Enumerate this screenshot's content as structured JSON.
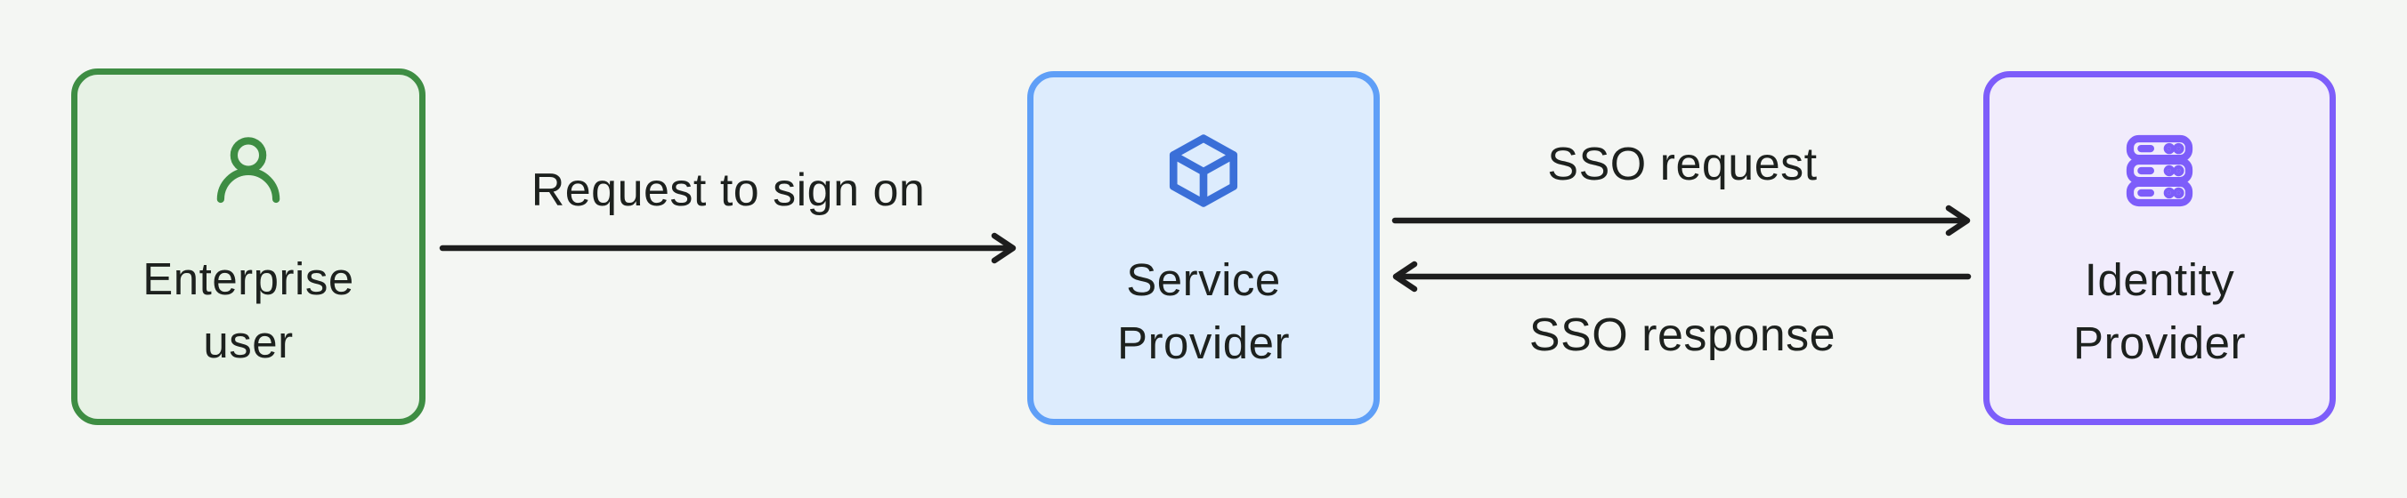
{
  "canvas": {
    "background_color": "#f4f6f3",
    "text_color": "#1d211e",
    "arrow_color": "#1d1d1d"
  },
  "nodes": [
    {
      "id": "enterprise-user",
      "label": "Enterprise user",
      "icon": "user-icon",
      "border_color": "#3e8d43",
      "fill_color": "#e7f2e5",
      "icon_color": "#3e8d43"
    },
    {
      "id": "service-provider",
      "label": "Service Provider",
      "icon": "cube-icon",
      "border_color": "#5f9ff7",
      "fill_color": "#ddecfd",
      "icon_color": "#3a6fd8"
    },
    {
      "id": "identity-provider",
      "label": "Identity Provider",
      "icon": "server-icon",
      "border_color": "#7d5dfa",
      "fill_color": "#f1ecfc",
      "icon_color": "#7d5dfa"
    }
  ],
  "edges": [
    {
      "label": "Request to sign on",
      "from": "enterprise-user",
      "to": "service-provider",
      "direction": "right"
    },
    {
      "label": "SSO request",
      "from": "service-provider",
      "to": "identity-provider",
      "direction": "right"
    },
    {
      "label": "SSO response",
      "from": "identity-provider",
      "to": "service-provider",
      "direction": "left"
    }
  ]
}
